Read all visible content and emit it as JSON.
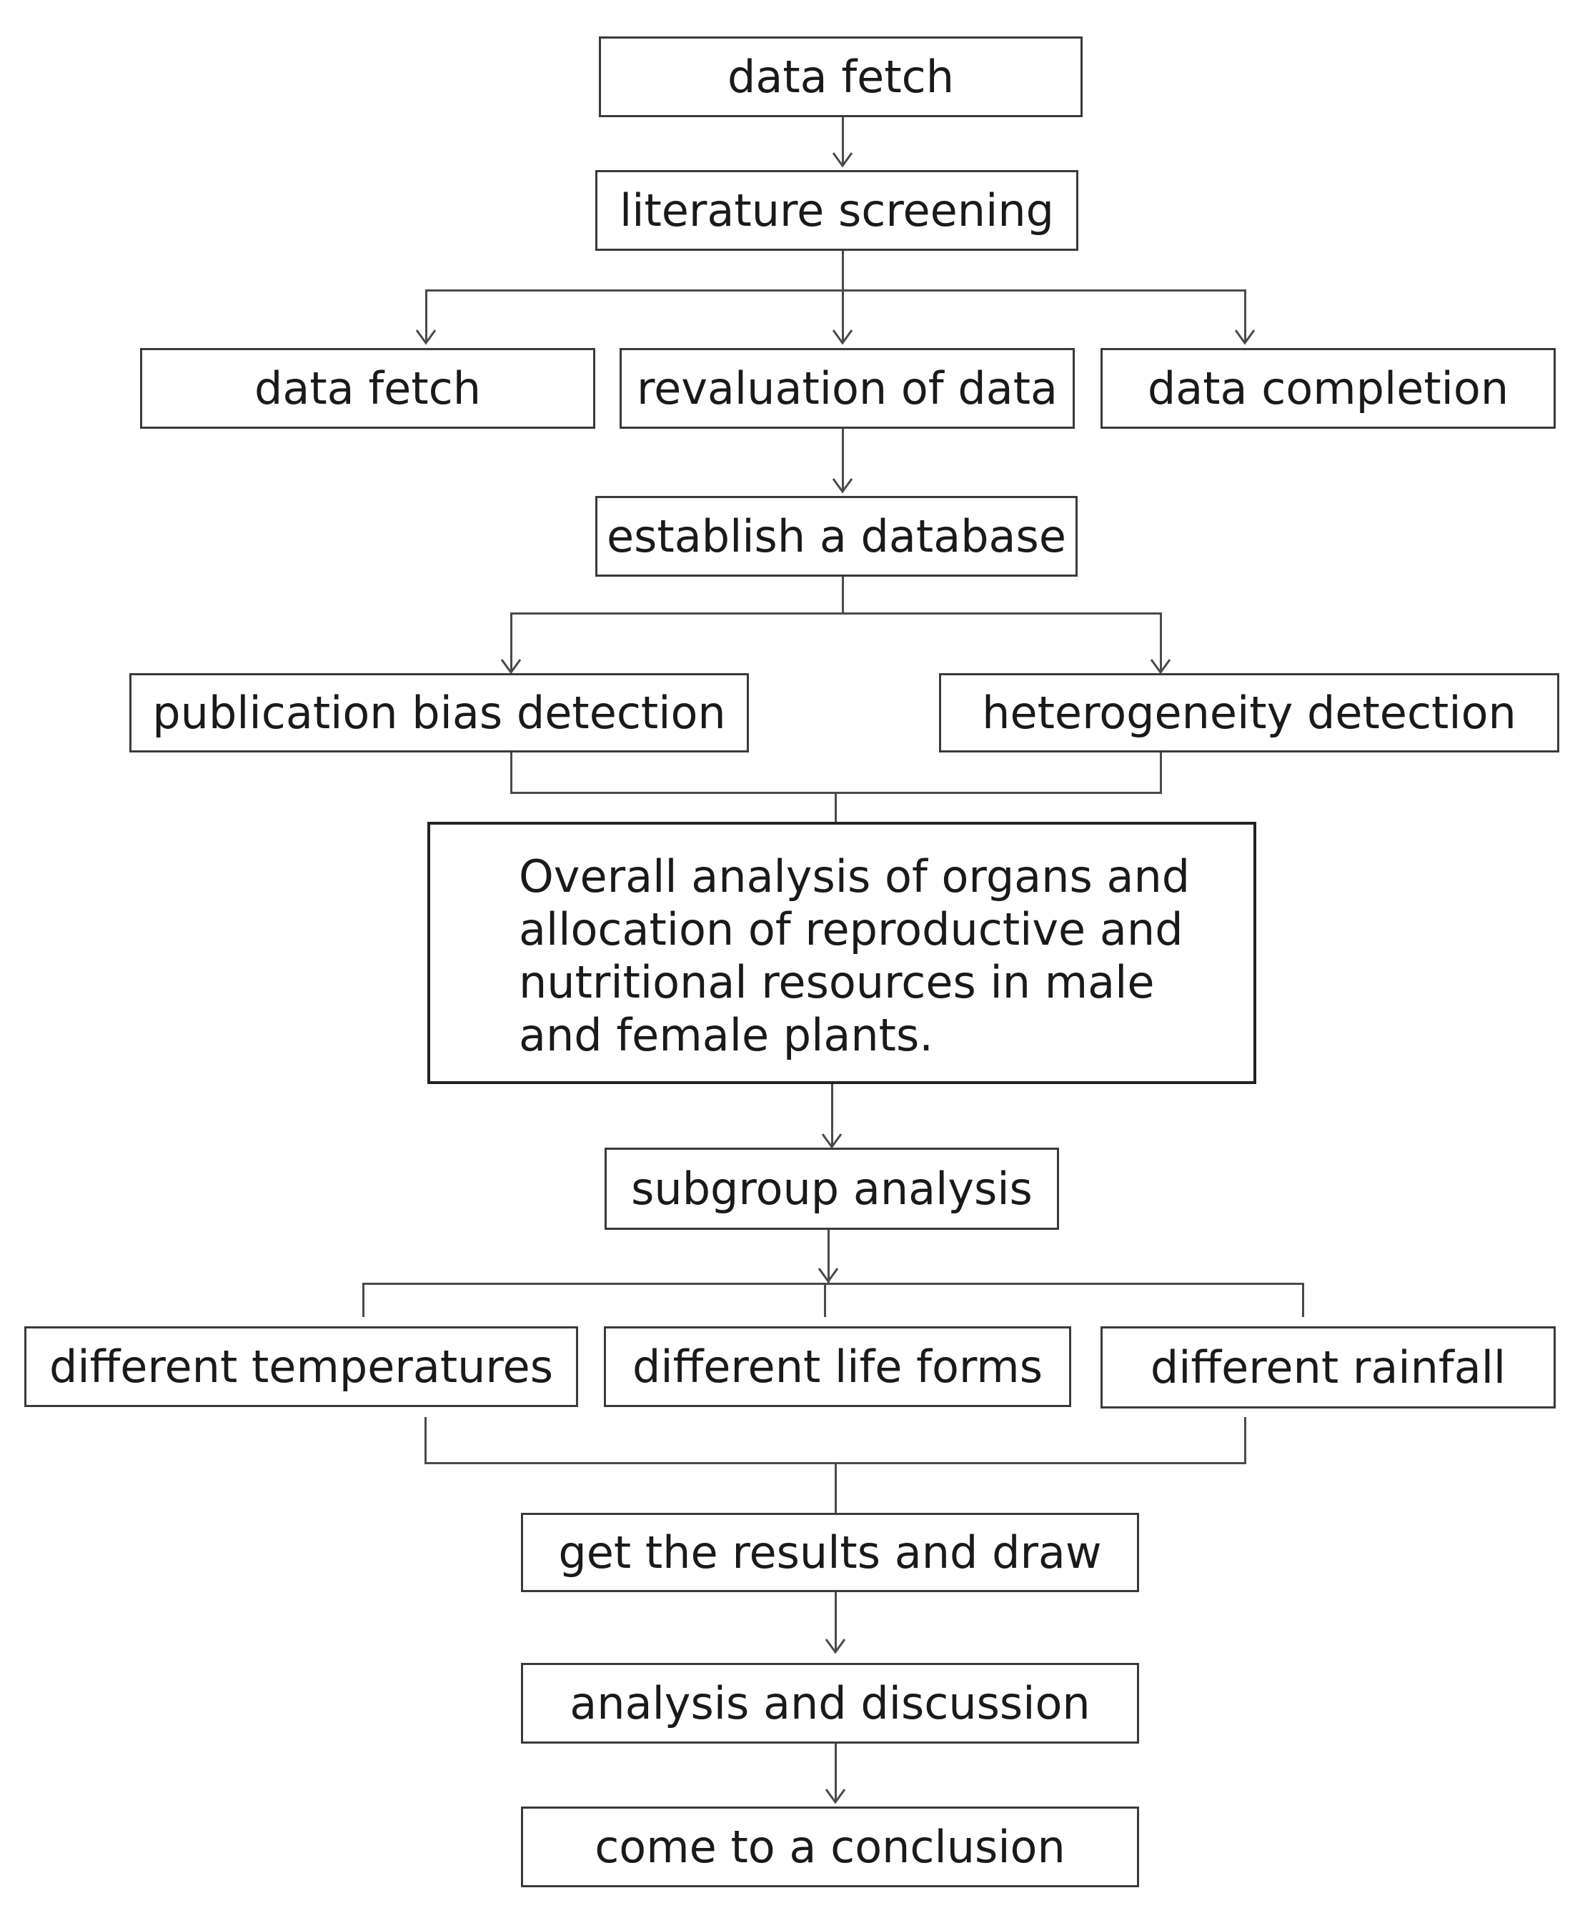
{
  "flowchart": {
    "step_data_fetch_top": "data fetch",
    "step_literature_screening": "literature screening",
    "step_data_fetch": "data fetch",
    "step_revaluation_of_data": "revaluation of data",
    "step_data_completion": "data completion",
    "step_establish_database": "establish a database",
    "step_publication_bias": "publication bias detection",
    "step_heterogeneity": "heterogeneity detection",
    "step_overall_analysis": "Overall analysis of organs and allocation of reproductive and nutritional resources in male and female plants.",
    "step_subgroup_analysis": "subgroup analysis",
    "step_different_temperatures": "different temperatures",
    "step_different_life_forms": "different life forms",
    "step_different_rainfall": "different rainfall",
    "step_get_results": "get the results and draw",
    "step_analysis_discussion": "analysis and discussion",
    "step_conclusion": "come to a conclusion"
  },
  "colors": {
    "box_border": "#3a3a3a",
    "connector": "#4a4a4a",
    "text": "#1a1a1a",
    "background": "#ffffff"
  }
}
